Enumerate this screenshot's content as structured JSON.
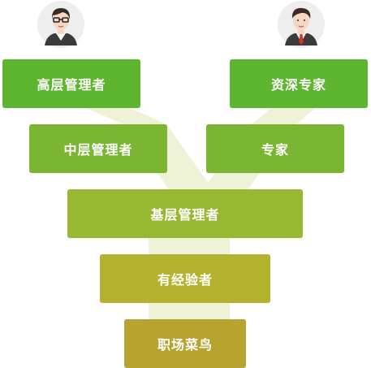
{
  "diagram": {
    "left_track": {
      "senior_manager": "高层管理者",
      "mid_manager": "中层管理者"
    },
    "right_track": {
      "senior_expert": "资深专家",
      "expert": "专家"
    },
    "shared": {
      "base_manager": "基层管理者",
      "experienced": "有经验者",
      "newcomer": "职场菜鸟"
    }
  },
  "colors": {
    "level_top": "#5db530",
    "level_mid": "#7ab632",
    "level_base": "#98b833",
    "level_experienced": "#b4b330",
    "level_newcomer": "#b7a430",
    "connector_band": "#eef2d6",
    "avatar_bg": "#eeeeee",
    "hair": "#3a2a22",
    "skin": "#f6d7c1",
    "suit": "#3b3b3b",
    "tie": "#d9302c"
  },
  "icons": {
    "left_avatar": "manager-avatar-icon",
    "right_avatar": "expert-avatar-icon"
  }
}
